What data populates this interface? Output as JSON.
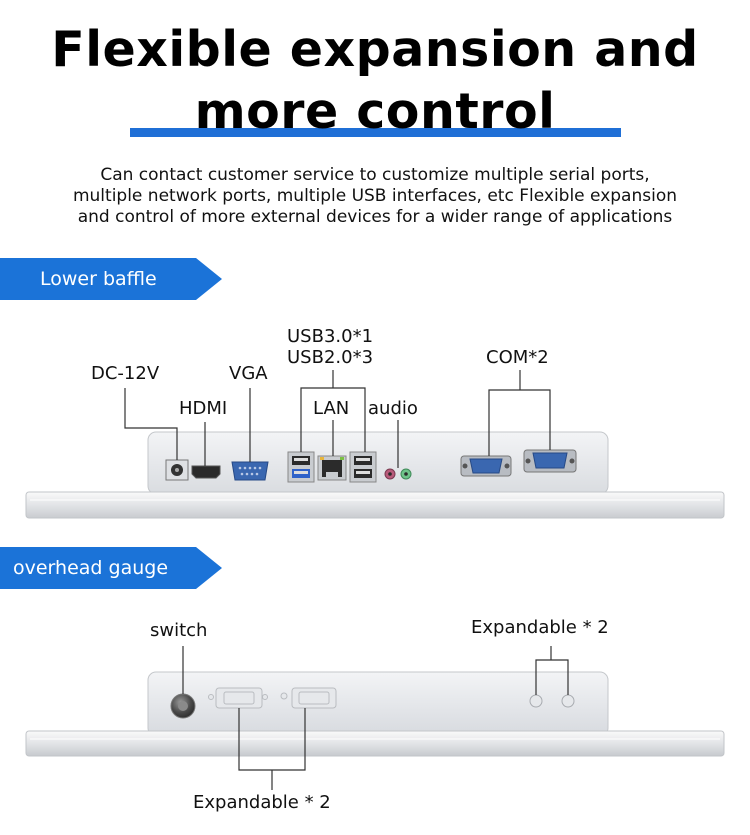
{
  "heading": {
    "line1": "Flexible expansion and",
    "line2": "more control"
  },
  "description": {
    "line1": "Can contact customer service to customize multiple serial ports,",
    "line2": "multiple network ports, multiple USB interfaces, etc Flexible expansion",
    "line3": "and control of more external devices for a wider range of applications"
  },
  "section_lower": {
    "banner": "Lower baffle",
    "labels": {
      "dc": "DC-12V",
      "hdmi": "HDMI",
      "vga": "VGA",
      "usb_line1": "USB3.0*1",
      "usb_line2": "USB2.0*3",
      "lan": "LAN",
      "audio": "audio",
      "com": "COM*2"
    }
  },
  "section_top": {
    "banner": "overhead gauge",
    "labels": {
      "switch": "switch",
      "expandable_top": "Expandable * 2",
      "expandable_bottom": "Expandable * 2"
    }
  },
  "colors": {
    "accent_blue": "#1b73d8",
    "panel_gray": "#e3e5e8"
  }
}
